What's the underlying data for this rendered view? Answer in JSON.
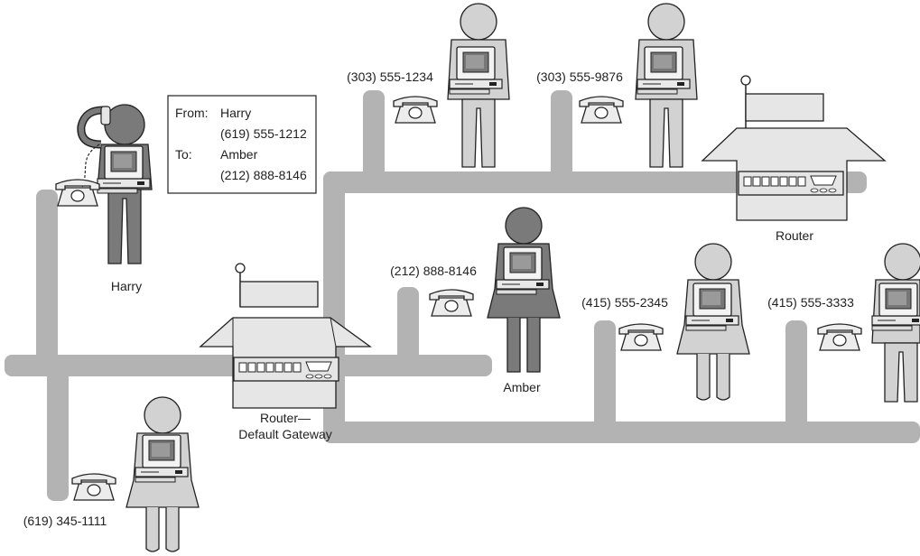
{
  "message_box": {
    "from_label": "From:",
    "from_name": "Harry",
    "from_number": "(619) 555-1212",
    "to_label": "To:",
    "to_name": "Amber",
    "to_number": "(212) 888-8146"
  },
  "people": {
    "harry": {
      "name": "Harry"
    },
    "amber": {
      "name": "Amber",
      "number": "(212) 888-8146"
    },
    "top_left": {
      "number": "(303) 555-1234"
    },
    "top_right": {
      "number": "(303) 555-9876"
    },
    "mid_left": {
      "number": "(415) 555-2345"
    },
    "mid_right": {
      "number": "(415) 555-3333"
    },
    "bottom_left": {
      "number": "(619) 345-1111"
    }
  },
  "routers": {
    "left_line1": "Router—",
    "left_line2": "Default Gateway",
    "right": "Router"
  },
  "colors": {
    "network": "#b3b3b3",
    "person_light": "#d2d2d2",
    "person_dark": "#7a7a7a",
    "outline": "#222222"
  }
}
